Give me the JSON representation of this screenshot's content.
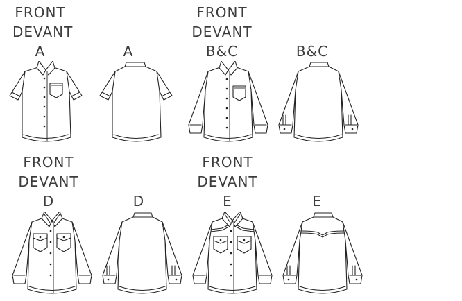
{
  "views": [
    {
      "id": "A-front",
      "lines": [
        "FRONT",
        "DEVANT",
        "A"
      ]
    },
    {
      "id": "A-back",
      "lines": [
        "A"
      ]
    },
    {
      "id": "BC-front",
      "lines": [
        "FRONT",
        "DEVANT",
        "B&C"
      ]
    },
    {
      "id": "BC-back",
      "lines": [
        "B&C"
      ]
    },
    {
      "id": "D-front",
      "lines": [
        "FRONT",
        "DEVANT",
        "D"
      ]
    },
    {
      "id": "D-back",
      "lines": [
        "D"
      ]
    },
    {
      "id": "E-front",
      "lines": [
        "FRONT",
        "DEVANT",
        "E"
      ]
    },
    {
      "id": "E-back",
      "lines": [
        "E"
      ]
    }
  ],
  "colors": {
    "line": "#222222",
    "placket": "#999999",
    "text": "#3c3c3c",
    "background": "#ffffff"
  }
}
